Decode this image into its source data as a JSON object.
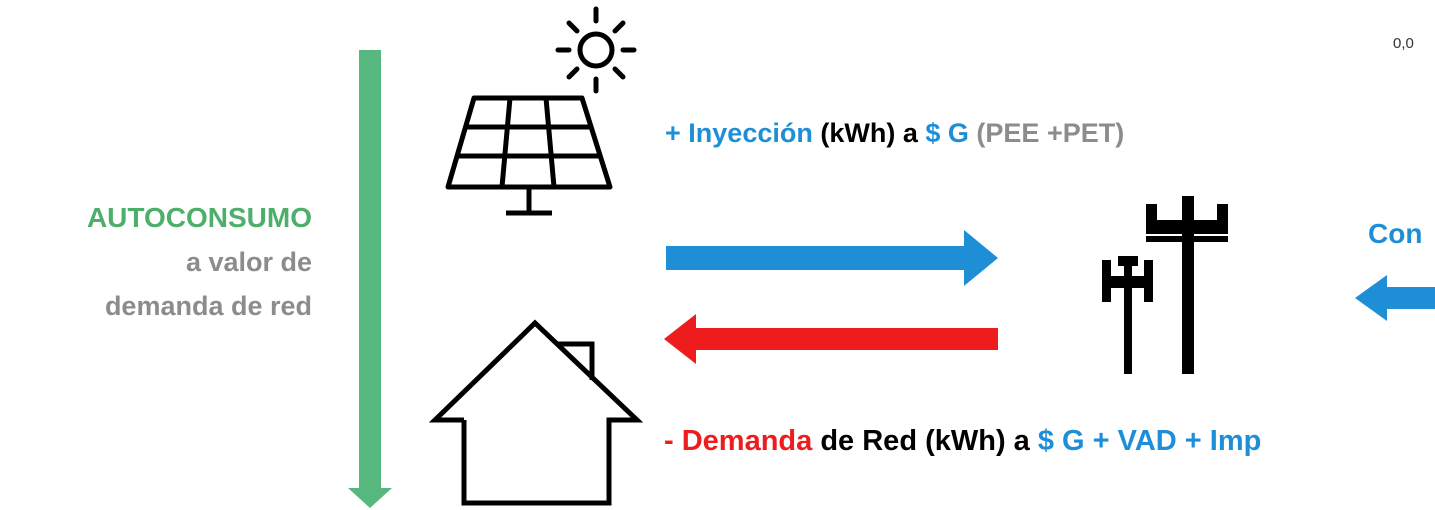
{
  "corner_value": "0,0",
  "left_label": {
    "line1": "AUTOCONSUMO",
    "line2": "a valor de",
    "line3": "demanda de red"
  },
  "inyeccion": {
    "sign": "+",
    "word": "Inyección",
    "unit": "(kWh) a",
    "price": "$ G",
    "note": "(PEE +PET)"
  },
  "demanda": {
    "sign": "-",
    "word": "Demanda",
    "rest": "de Red (kWh) a",
    "price": "$ G + VAD + Imp"
  },
  "right_label_partial": "Con",
  "colors": {
    "green": "#56b87f",
    "green_text": "#4daf6a",
    "blue": "#1e8fd6",
    "red": "#ee1c1c",
    "gray": "#8c8c8c"
  },
  "icons": [
    "sun-icon",
    "solar-panel-icon",
    "house-icon",
    "power-pole-icon"
  ]
}
